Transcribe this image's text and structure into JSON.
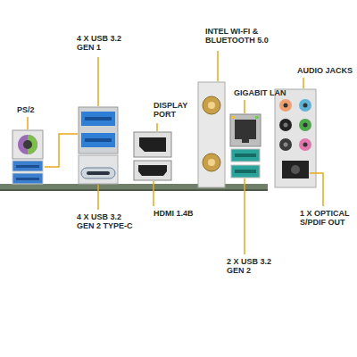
{
  "diagram": {
    "labels": [
      "PS/2",
      "4 X USB 3.2 GEN 1",
      "DISPLAY PORT",
      "INTEL WI-FI & BLUETOOTH 5.0",
      "GIGABIT LAN",
      "AUDIO JACKS",
      "HDMI 1.4B",
      "1 X OPTICAL S/PDIF OUT",
      "4 X USB 3.2 GEN 2 TYPE-C",
      "2 X USB 3.2 GEN 2"
    ]
  }
}
